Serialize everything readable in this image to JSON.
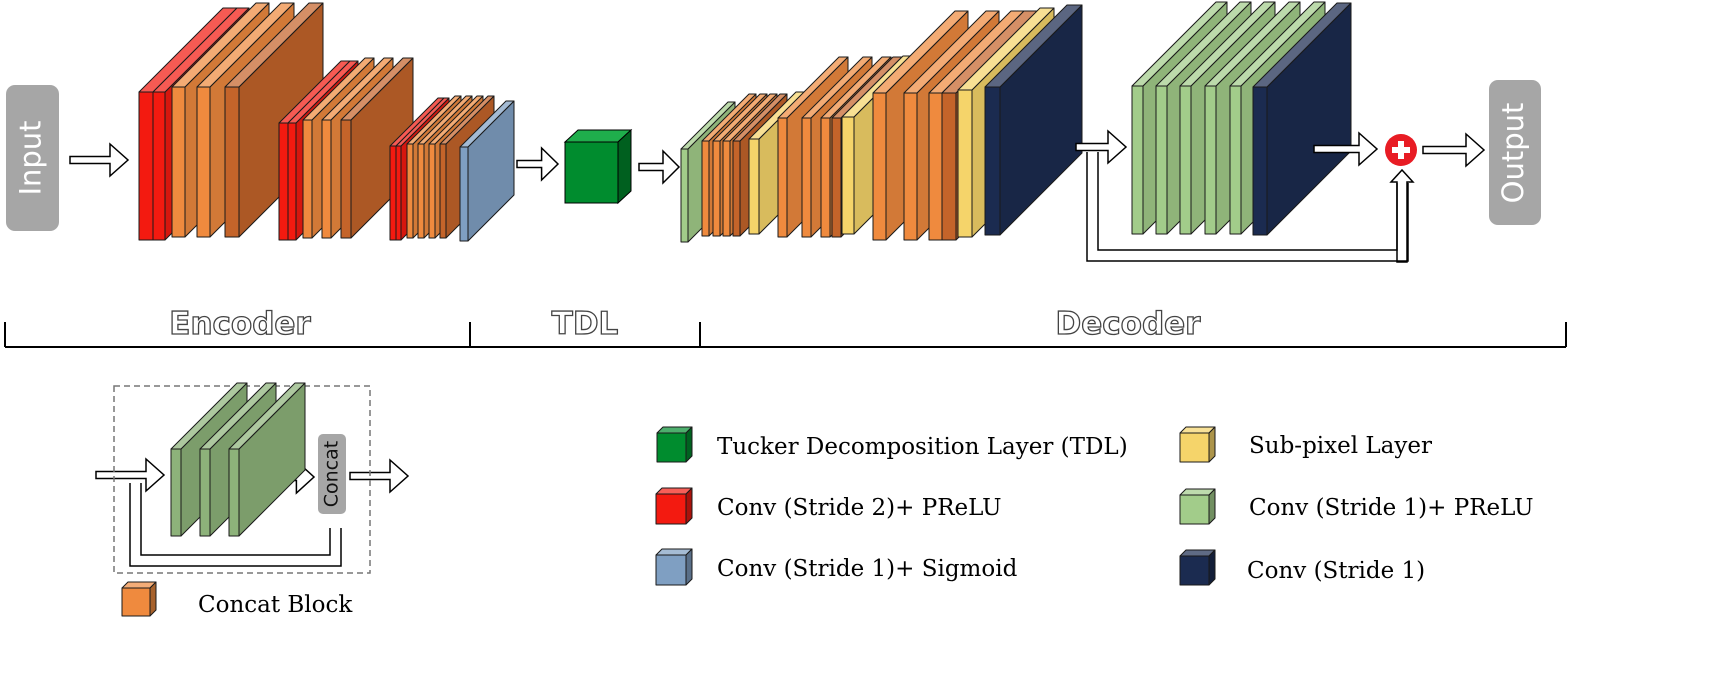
{
  "io": {
    "input_label": "Input",
    "output_label": "Output",
    "concat_label": "Concat"
  },
  "sections": {
    "encoder": "Encoder",
    "tdl": "TDL",
    "decoder": "Decoder"
  },
  "legend": {
    "concat_block": "Concat Block",
    "tdl": "Tucker Decomposition Layer (TDL)",
    "conv_s2_prelu": "Conv (Stride 2)+ PReLU",
    "conv_s1_sigmoid": "Conv (Stride 1)+ Sigmoid",
    "subpixel": "Sub-pixel Layer",
    "conv_s1_prelu": "Conv (Stride 1)+ PReLU",
    "conv_s1": "Conv (Stride 1)"
  },
  "colors": {
    "tdl_green": "#008C2E",
    "conv_s2_red": "#F31A10",
    "concat_orange": "#EF8A3E",
    "concat_dark_orange": "#C4642A",
    "conv_s1_sigmoid_blue": "#7F9FC2",
    "subpixel_yellow": "#F5D46A",
    "conv_s1_prelu_green": "#A2CC8A",
    "conv_s1_navy": "#1B2B50",
    "concat_green": "#8DB27A",
    "io_gray": "#A6A6A6",
    "add_red": "#E81C24"
  },
  "icons": {
    "add": "plus-circle-icon",
    "arrow": "hollow-right-arrow-icon"
  }
}
